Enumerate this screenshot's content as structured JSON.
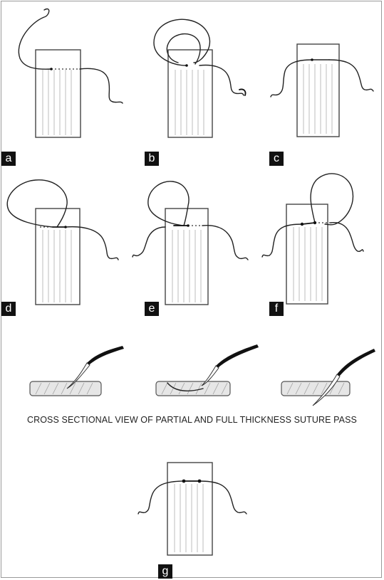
{
  "figure": {
    "panel_labels": {
      "a": "a",
      "b": "b",
      "c": "c",
      "d": "d",
      "e": "e",
      "f": "f",
      "g": "g"
    },
    "caption": "CROSS SECTIONAL VIEW OF PARTIAL AND FULL THICKNESS SUTURE PASS",
    "colors": {
      "label_background": "#111111",
      "label_text": "#ffffff",
      "thread": "#222222",
      "tissue_fill": "#e6e6e6"
    }
  }
}
